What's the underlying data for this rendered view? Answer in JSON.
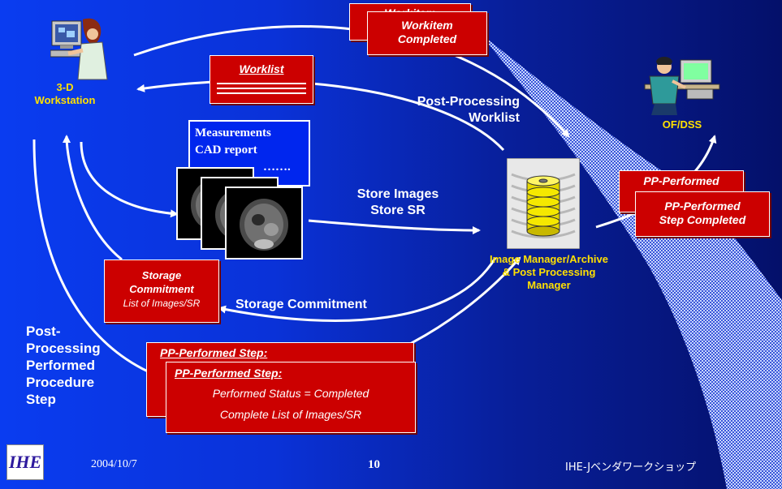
{
  "workstation": {
    "label_line1": "3-D",
    "label_line2": "Workstation"
  },
  "ofdss": {
    "label": "OF/DSS"
  },
  "image_manager": {
    "label_line1": "Image Manager/Archive",
    "label_line2": "& Post Processing",
    "label_line3": "Manager"
  },
  "workitem_box": {
    "back_text": "Workitem",
    "line1": "Workitem",
    "line2": "Completed"
  },
  "worklist_box": {
    "title": "Worklist"
  },
  "pp_worklist": {
    "line1": "Post-Processing",
    "line2": "Worklist"
  },
  "measurements": {
    "line1": "Measurements",
    "line2": "CAD report",
    "line3": "……."
  },
  "store": {
    "line1": "Store Images",
    "line2": "Store SR"
  },
  "storage_box": {
    "line1": "Storage",
    "line2": "Commitment",
    "line3": "List of Images/SR"
  },
  "storage_commit_label": "Storage Commitment",
  "pp_performed_box": {
    "back_text": "PP-Performed",
    "line1": "PP-Performed",
    "line2": "Step Completed"
  },
  "ppps_label": {
    "line1": "Post-",
    "line2": "Processing",
    "line3": "Performed",
    "line4": "Procedure",
    "line5": "Step"
  },
  "pp_step_box": {
    "back_title": "PP-Performed Step:",
    "title": "PP-Performed Step:",
    "line1": "Performed Status = Completed",
    "line2": "Complete List of Images/SR"
  },
  "footer": {
    "logo": "IHE",
    "date": "2004/10/7",
    "page": "10",
    "org": "IHE-Jベンダワークショップ"
  },
  "colors": {
    "background": "#0a32d8",
    "box_red": "#cc0000",
    "label_yellow": "#ffe000",
    "text_white": "#ffffff"
  }
}
